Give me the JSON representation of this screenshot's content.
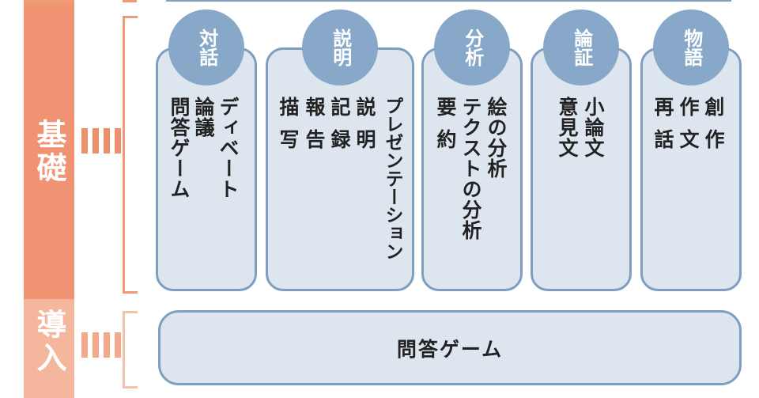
{
  "stages": {
    "kiso": "基礎",
    "donyu": "導入"
  },
  "categories": [
    {
      "name": "対話",
      "items": [
        "ディベート",
        "論議",
        "問答ゲーム"
      ]
    },
    {
      "name": "説明",
      "items": [
        "プレゼンテーション",
        "説明",
        "記録",
        "報告",
        "描写"
      ]
    },
    {
      "name": "分析",
      "items": [
        "絵の分析",
        "テクストの分析",
        "要約"
      ]
    },
    {
      "name": "論証",
      "items": [
        "小論文",
        "意見文"
      ]
    },
    {
      "name": "物語",
      "items": [
        "創作",
        "作文",
        "再話"
      ]
    }
  ],
  "intro": {
    "label": "問答ゲーム"
  },
  "colors": {
    "stage": "#ef9372",
    "stage_light": "#f4b79d",
    "card_border": "#7d9ec0",
    "card_fill": "#dde5ef",
    "circle": "#88a8c9"
  }
}
